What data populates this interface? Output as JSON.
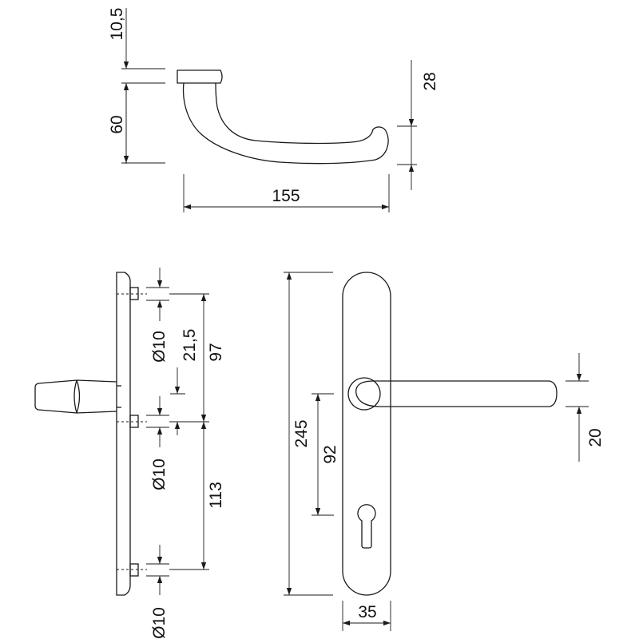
{
  "colors": {
    "line": "#1a1a1a",
    "text": "#111111",
    "background": "#ffffff"
  },
  "top_view": {
    "dim_rose_height": "10,5",
    "dim_handle_drop": "60",
    "dim_grip_height": "28",
    "dim_handle_length": "155"
  },
  "side_view": {
    "dim_hole_dia_top": "Ø10",
    "dim_hole_offset": "21,5",
    "dim_upper_spacing": "97",
    "dim_hole_dia_mid": "Ø10",
    "dim_lower_spacing": "113",
    "dim_hole_dia_bottom": "Ø10"
  },
  "front_view": {
    "dim_plate_height": "245",
    "dim_backset": "92",
    "dim_lever_width": "20",
    "dim_plate_width": "35"
  }
}
